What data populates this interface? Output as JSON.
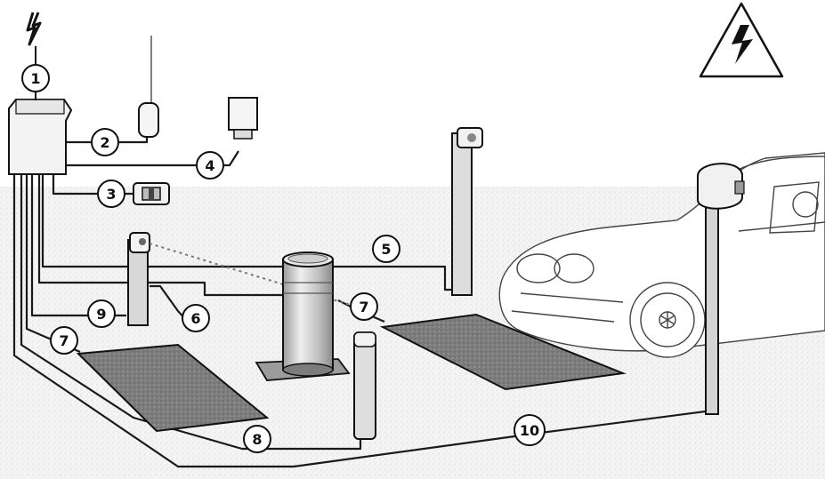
{
  "callouts": {
    "c1": "1",
    "c2": "2",
    "c3": "3",
    "c4": "4",
    "c5": "5",
    "c6": "6",
    "c7a": "7",
    "c7b": "7",
    "c8": "8",
    "c9": "9",
    "c10": "10"
  },
  "icons": {
    "power_supply": "lightning-bolt-icon",
    "hazard": "high-voltage-warning-icon"
  },
  "colors": {
    "line": "#1a1a1a",
    "loop_fill": "#8a8a8a",
    "ground": "#f2f2f2",
    "bollard": "#d9d9d9"
  }
}
